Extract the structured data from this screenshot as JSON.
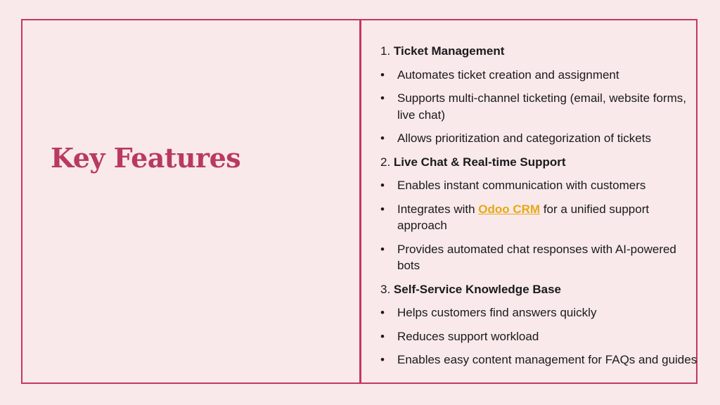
{
  "title": "Key Features",
  "colors": {
    "accent": "#c2395f",
    "title": "#b83a60",
    "background": "#f9e9ea",
    "link": "#e6a817"
  },
  "bullet_glyph": "•",
  "sections": [
    {
      "number": "1.",
      "heading": "Ticket Management",
      "items": [
        "Automates ticket creation and assignment",
        "Supports multi-channel ticketing (email, website forms, live chat)",
        "Allows prioritization and categorization of tickets"
      ]
    },
    {
      "number": "2.",
      "heading": "Live Chat & Real-time Support",
      "items": [
        "Enables instant communication with customers",
        {
          "before": "Integrates with ",
          "link": "Odoo CRM",
          "after": " for a unified support approach"
        },
        "Provides automated chat responses with AI-powered bots"
      ]
    },
    {
      "number": "3.",
      "heading": "Self-Service Knowledge Base",
      "items": [
        "Helps customers find answers quickly",
        "Reduces support workload",
        "Enables easy content management for FAQs and guides"
      ]
    }
  ]
}
